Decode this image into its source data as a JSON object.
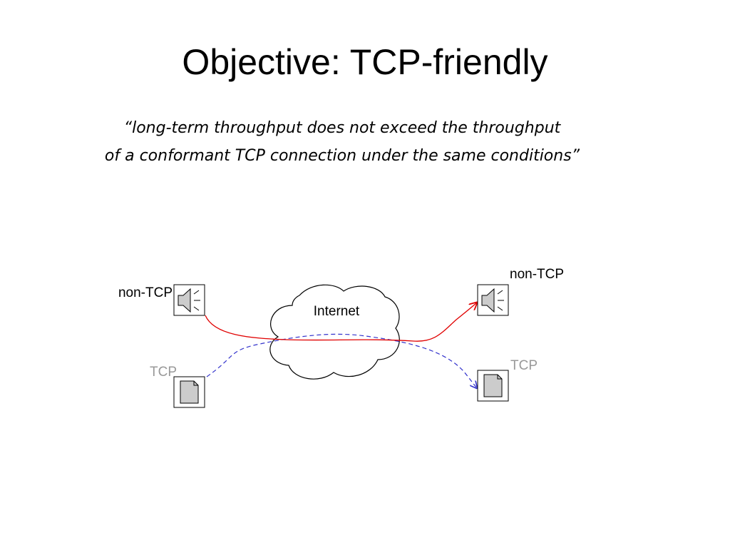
{
  "title": "Objective: TCP-friendly",
  "quote": {
    "line1": "“long-term throughput does not exceed the throughput",
    "line2": "of a conformant TCP connection under the same conditions”"
  },
  "diagram": {
    "cloud_label": "Internet",
    "left_top_label": "non-TCP",
    "left_bottom_label": "TCP",
    "right_top_label": "non-TCP",
    "right_bottom_label": "TCP",
    "colors": {
      "non_tcp_flow": "#e00000",
      "tcp_flow": "#3333cc",
      "tcp_label": "#999999",
      "icon_fill": "#cccccc"
    }
  }
}
